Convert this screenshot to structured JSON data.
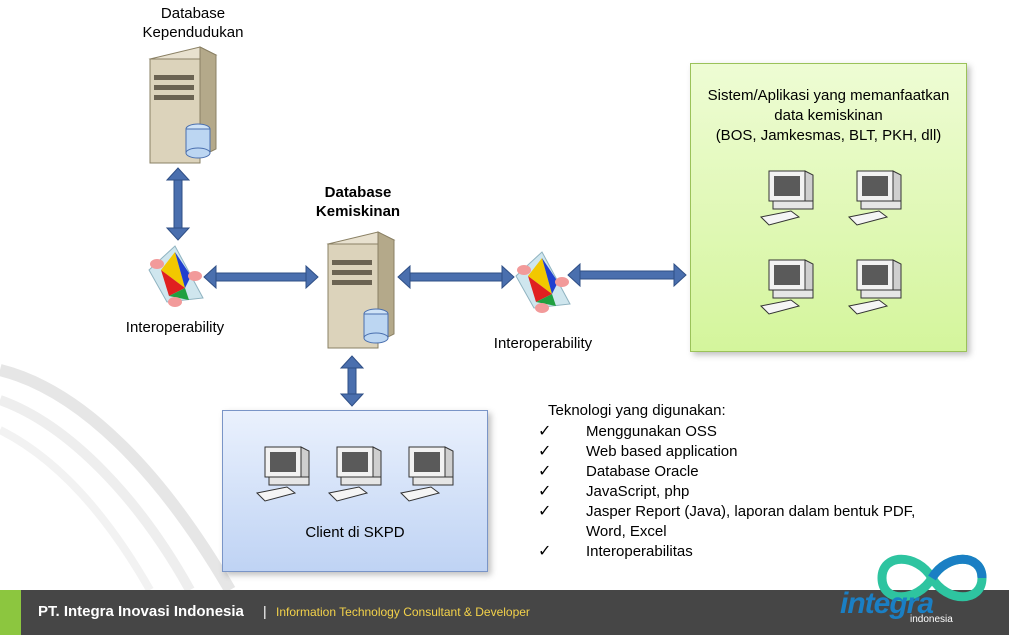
{
  "nodes": {
    "db_kependudukan": "Database\nKependudukan",
    "db_kemiskinan": "Database\nKemiskinan",
    "interop_left": "Interoperability",
    "interop_right": "Interoperability",
    "client": "Client di SKPD"
  },
  "green_box": {
    "title": "Sistem/Aplikasi yang memanfaatkan\ndata kemiskinan\n(BOS, Jamkesmas, BLT, PKH, dll)"
  },
  "technology": {
    "title": "Teknologi  yang digunakan:",
    "items": [
      "Menggunakan OSS",
      "Web based application",
      "Database Oracle",
      "JavaScript, php",
      "Jasper Report (Java), laporan dalam bentuk PDF,\nWord, Excel",
      "Interoperabilitas"
    ]
  },
  "footer": {
    "company": "PT. Integra Inovasi Indonesia",
    "separator": "|",
    "tagline": "Information Technology Consultant & Developer"
  },
  "logo": {
    "text": "integra",
    "sub": "indonesia"
  },
  "colors": {
    "arrow": "#4a6fae",
    "green_box": "#d4f59c",
    "blue_box": "#bfd3f4",
    "footer": "#464646",
    "footer_accent": "#8cc63f",
    "tagline": "#f3d24a",
    "logo": "#1a7fc4"
  },
  "icons": [
    "server-icon",
    "interoperability-icon",
    "computer-icon",
    "checkmark-icon",
    "infinity-logo-icon"
  ]
}
